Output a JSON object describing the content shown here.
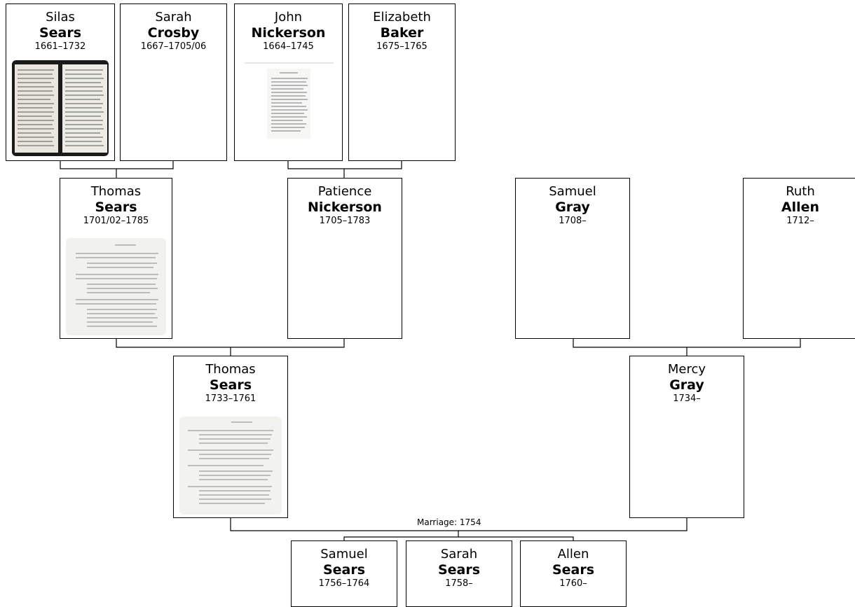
{
  "people": {
    "silas": {
      "given": "Silas",
      "surname": "Sears",
      "dates": "1661–1732"
    },
    "sarah_crosby": {
      "given": "Sarah",
      "surname": "Crosby",
      "dates": "1667–1705/06"
    },
    "john": {
      "given": "John",
      "surname": "Nickerson",
      "dates": "1664–1745"
    },
    "elizabeth": {
      "given": "Elizabeth",
      "surname": "Baker",
      "dates": "1675–1765"
    },
    "thomas_sr": {
      "given": "Thomas",
      "surname": "Sears",
      "dates": "1701/02–1785"
    },
    "patience": {
      "given": "Patience",
      "surname": "Nickerson",
      "dates": "1705–1783"
    },
    "samuel_gray": {
      "given": "Samuel",
      "surname": "Gray",
      "dates": "1708–"
    },
    "ruth": {
      "given": "Ruth",
      "surname": "Allen",
      "dates": "1712–"
    },
    "thomas_jr": {
      "given": "Thomas",
      "surname": "Sears",
      "dates": "1733–1761"
    },
    "mercy": {
      "given": "Mercy",
      "surname": "Gray",
      "dates": "1734–"
    },
    "samuel_sears": {
      "given": "Samuel",
      "surname": "Sears",
      "dates": "1756–1764"
    },
    "sarah_sears": {
      "given": "Sarah",
      "surname": "Sears",
      "dates": "1758–"
    },
    "allen_sears": {
      "given": "Allen",
      "surname": "Sears",
      "dates": "1760–"
    }
  },
  "marriage_label": "Marriage: 1754"
}
